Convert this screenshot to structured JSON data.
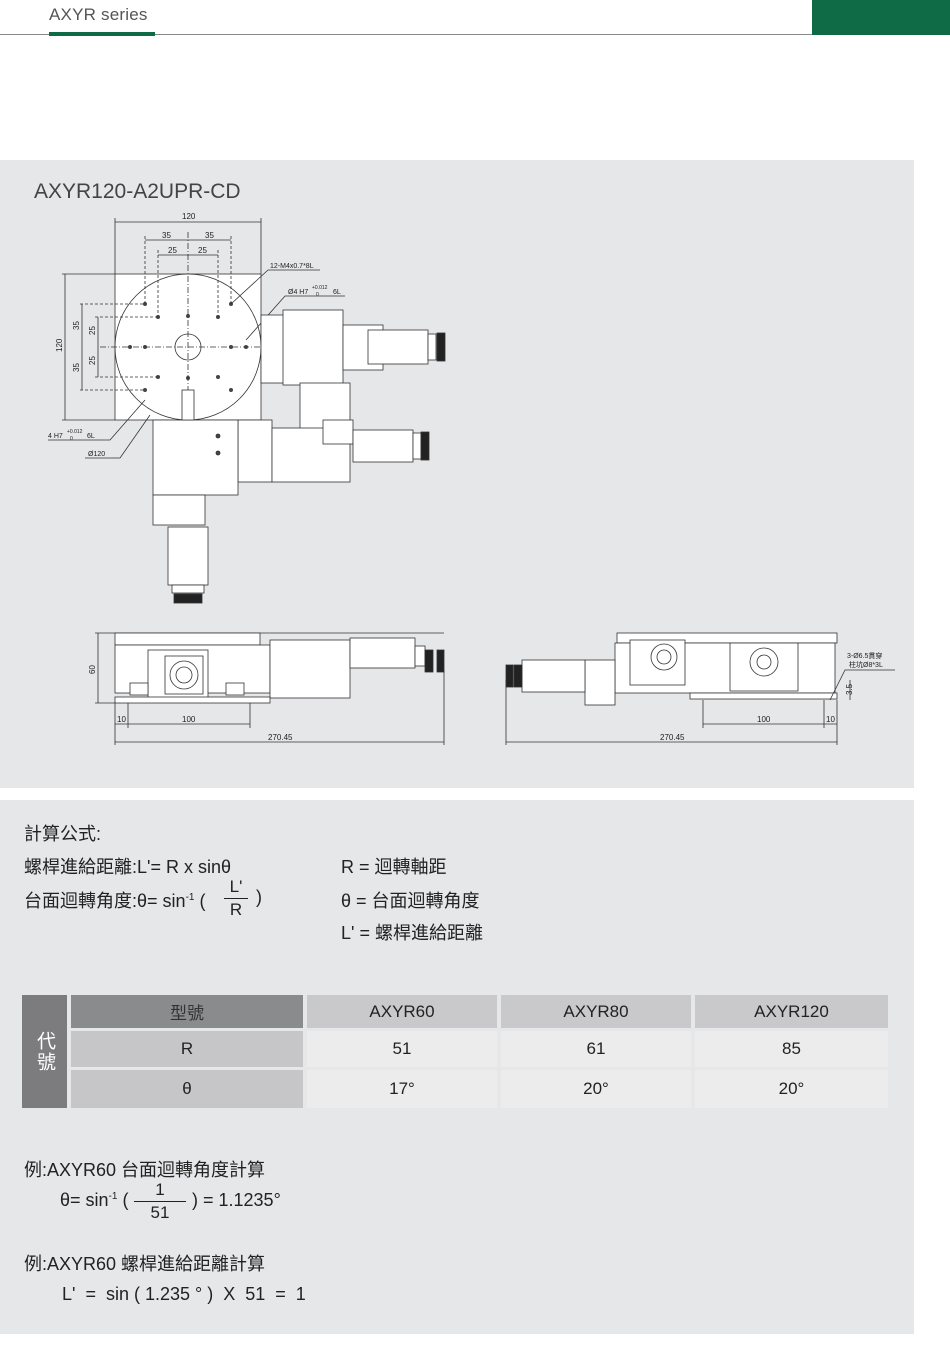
{
  "header": {
    "series": "AXYR series",
    "accent_color": "#0e6b45"
  },
  "drawing": {
    "model": "AXYR120-A2UPR-CD",
    "dims": {
      "top_width": "120",
      "d35a": "35",
      "d35b": "35",
      "d25a": "25",
      "d25b": "25",
      "thread": "12-M4x0.7*8L",
      "pin_hole": "Ø4 H7",
      "pin_tol": "+0.012",
      "pin_tol0": "0",
      "pin_depth": "6L",
      "left_hole": "4 H7",
      "left_tol": "+0.012",
      "left_tol0": "0",
      "left_depth": "6L",
      "diameter": "Ø120",
      "h120": "120",
      "v35a": "35",
      "v25a": "25",
      "v25b": "25",
      "v35b": "35",
      "height60": "60",
      "d10a": "10",
      "d100a": "100",
      "len1": "270.45",
      "d100b": "100",
      "d10b": "10",
      "len2": "270.45",
      "d35h": "3.5",
      "thru1": "3-Ø6.5貫穿",
      "thru2": "柱坑Ø8*3L"
    }
  },
  "calc": {
    "heading": "計算公式:",
    "formula1_label": "螺桿進給距離:",
    "formula1_expr": "L'= R x sinθ",
    "formula2_label": "台面迴轉角度:",
    "formula2_prefix": "θ= sin",
    "formula2_exp": "-1",
    "formula2_open": "(",
    "formula2_num": "L'",
    "formula2_den": "R",
    "formula2_close": ")",
    "legend": [
      "R = 迴轉軸距",
      "θ = 台面迴轉角度",
      "L' = 螺桿進給距離"
    ]
  },
  "table": {
    "code_label": "代號",
    "model_header": "型號",
    "columns": [
      "AXYR60",
      "AXYR80",
      "AXYR120"
    ],
    "rows": [
      {
        "label": "R",
        "values": [
          "51",
          "61",
          "85"
        ]
      },
      {
        "label": "θ",
        "values": [
          "17°",
          "20°",
          "20°"
        ]
      }
    ]
  },
  "examples": {
    "ex1_title": "例:AXYR60 台面迴轉角度計算",
    "ex1_prefix": "θ= sin",
    "ex1_exp": "-1",
    "ex1_open": "(",
    "ex1_num": "1",
    "ex1_den": "51",
    "ex1_result": ") = 1.1235°",
    "ex2_title": "例:AXYR60 螺桿進給距離計算",
    "ex2_expr": "L'  =  sin ( 1.235 ° )  X  51  =  1"
  }
}
